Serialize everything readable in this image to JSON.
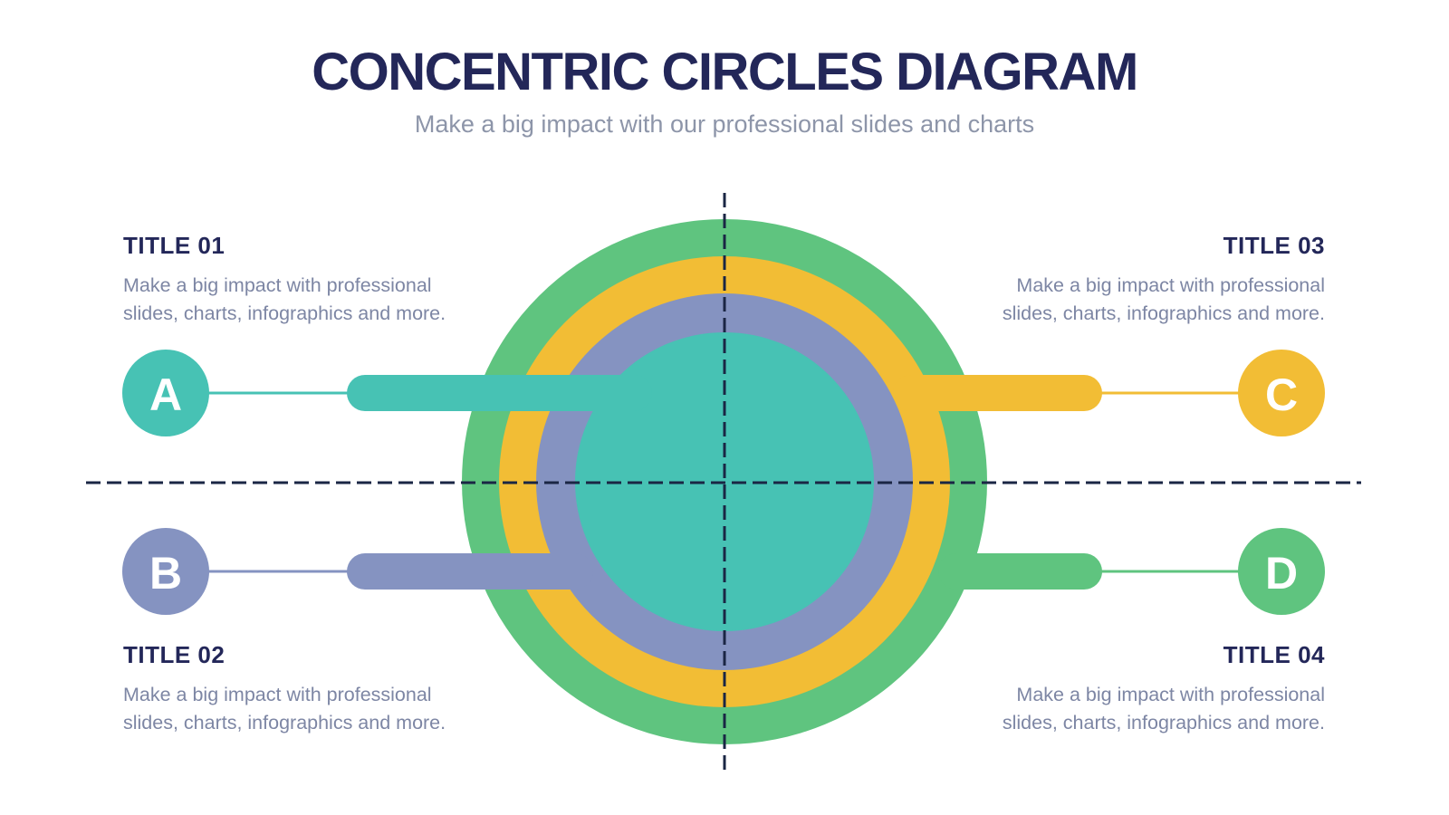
{
  "header": {
    "title": "CONCENTRIC CIRCLES DIAGRAM",
    "subtitle": "Make a big impact with our professional slides and charts"
  },
  "items": [
    {
      "label": "A",
      "title": "TITLE 01",
      "desc1": "Make a big impact with professional",
      "desc2": "slides, charts, infographics and more.",
      "color": "#47c2b4",
      "position": "top-left",
      "linked_ring": "inner-teal"
    },
    {
      "label": "B",
      "title": "TITLE 02",
      "desc1": "Make a big impact with professional",
      "desc2": "slides, charts, infographics and more.",
      "color": "#8593c1",
      "position": "bottom-left",
      "linked_ring": "slate-blue"
    },
    {
      "label": "C",
      "title": "TITLE 03",
      "desc1": "Make a big impact with professional",
      "desc2": "slides, charts, infographics and more.",
      "color": "#f2bd35",
      "position": "top-right",
      "linked_ring": "yellow"
    },
    {
      "label": "D",
      "title": "TITLE 04",
      "desc1": "Make a big impact with professional",
      "desc2": "slides, charts, infographics and more.",
      "color": "#5fc47f",
      "position": "bottom-right",
      "linked_ring": "outer-green"
    }
  ],
  "diagram": {
    "rings": [
      {
        "name": "outer-green",
        "color": "#5fc47f"
      },
      {
        "name": "yellow",
        "color": "#f2bd35"
      },
      {
        "name": "slate-blue",
        "color": "#8593c1"
      },
      {
        "name": "inner-teal",
        "color": "#47c2b4"
      }
    ],
    "crosshair_color": "#1a2644"
  },
  "colors": {
    "title_navy": "#232759",
    "subtitle_gray": "#8d95a9",
    "description_gray": "#7d86a4",
    "background": "#ffffff"
  }
}
